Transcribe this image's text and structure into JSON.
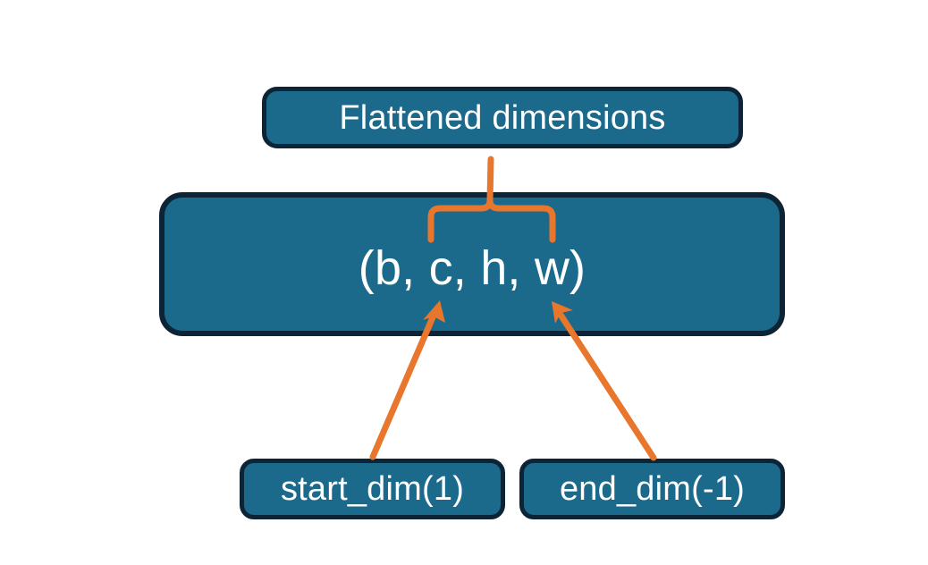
{
  "diagram": {
    "title_text": "Flattened dimensions",
    "background_color": "#ffffff",
    "node_fill_color": "#1b6a8c",
    "node_border_color": "#0d2436",
    "node_text_color": "#ffffff",
    "connector_color": "#e8762c",
    "nodes": {
      "flattened": {
        "label": "Flattened dimensions",
        "role": "annotation-box-top"
      },
      "shape": {
        "label": "(b, c, h, w)",
        "role": "tensor-shape-tuple",
        "dims": [
          "b",
          "c",
          "h",
          "w"
        ]
      },
      "start_dim": {
        "label": "start_dim(1)",
        "role": "annotation-box-bottom-left",
        "argument": 1
      },
      "end_dim": {
        "label": "end_dim(-1)",
        "role": "annotation-box-bottom-right",
        "argument": -1
      }
    },
    "connectors": [
      {
        "name": "brace-flattened",
        "type": "curly-brace",
        "from": "shape",
        "to": "flattened",
        "spans_dims": [
          "c",
          "h",
          "w"
        ]
      },
      {
        "name": "arrow-start-dim",
        "type": "arrow",
        "from": "start_dim",
        "to": "shape",
        "points_at_dim": "c"
      },
      {
        "name": "arrow-end-dim",
        "type": "arrow",
        "from": "end_dim",
        "to": "shape",
        "points_at_dim": "w"
      }
    ]
  }
}
